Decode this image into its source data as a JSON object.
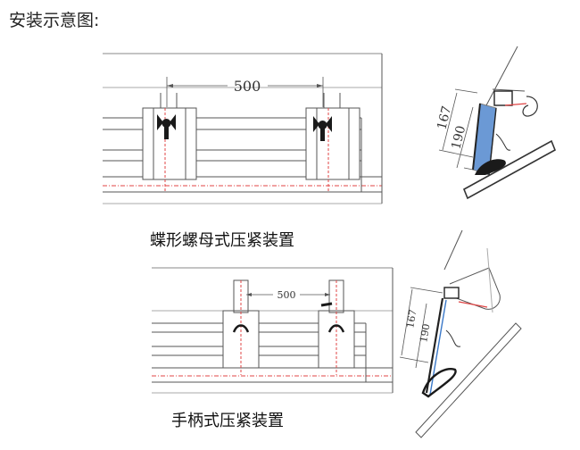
{
  "title": "安装示意图:",
  "top_diagram": {
    "caption": "蝶形螺母式压紧装置",
    "spacing_label": "500",
    "side_height_label": "167",
    "side_length_label": "190"
  },
  "bottom_diagram": {
    "caption": "手柄式压紧装置",
    "spacing_label": "500",
    "side_height_label": "167",
    "side_length_label": "190"
  },
  "colors": {
    "line": "#555555",
    "light_line": "#9a9a9a",
    "accent_red": "#e04545",
    "accent_blue": "#3a78c8",
    "hardware": "#1a1a1a"
  }
}
